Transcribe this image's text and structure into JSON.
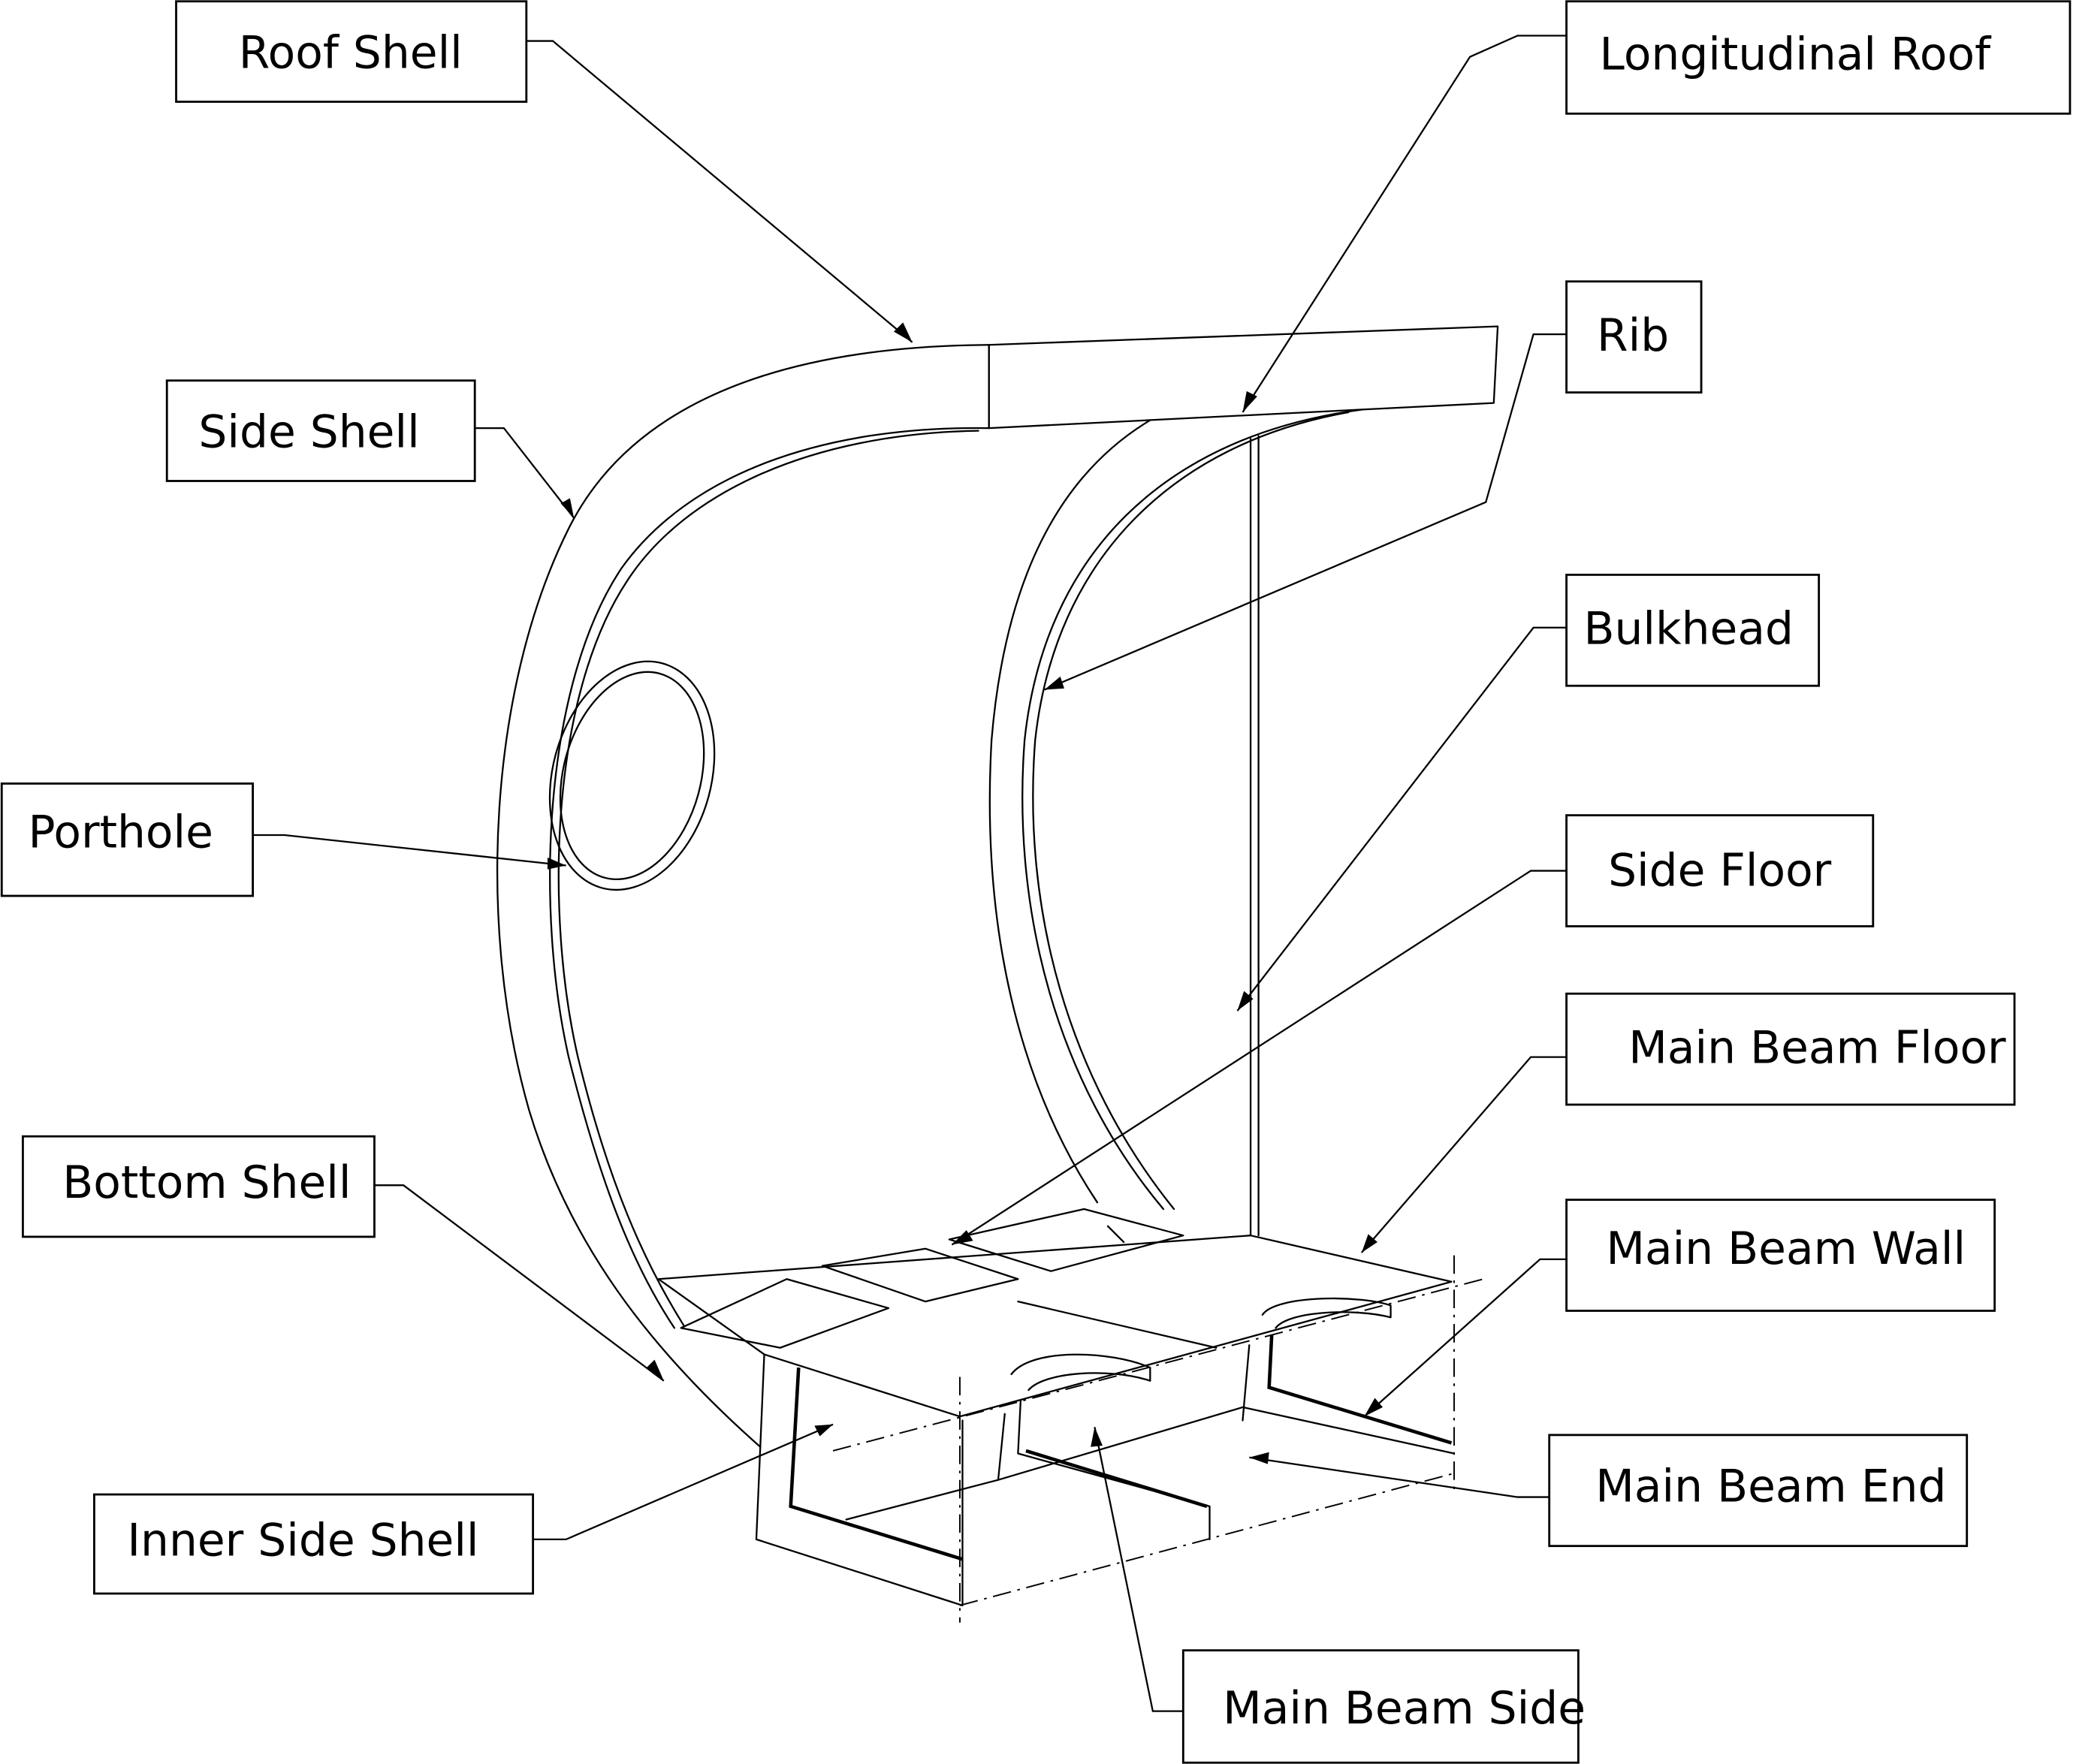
{
  "title": "Hull module structural components",
  "labels": {
    "roof_shell": "Roof Shell",
    "longitudinal_roof": "Longitudinal Roof",
    "rib": "Rib",
    "side_shell": "Side Shell",
    "bulkhead": "Bulkhead",
    "porthole": "Porthole",
    "side_floor": "Side Floor",
    "main_beam_floor": "Main Beam Floor",
    "bottom_shell": "Bottom Shell",
    "main_beam_wall": "Main Beam Wall",
    "inner_side_shell": "Inner Side Shell",
    "main_beam_end": "Main Beam End",
    "main_beam_side": "Main Beam Side"
  },
  "colors": {
    "line": "#000000",
    "background": "#ffffff"
  }
}
